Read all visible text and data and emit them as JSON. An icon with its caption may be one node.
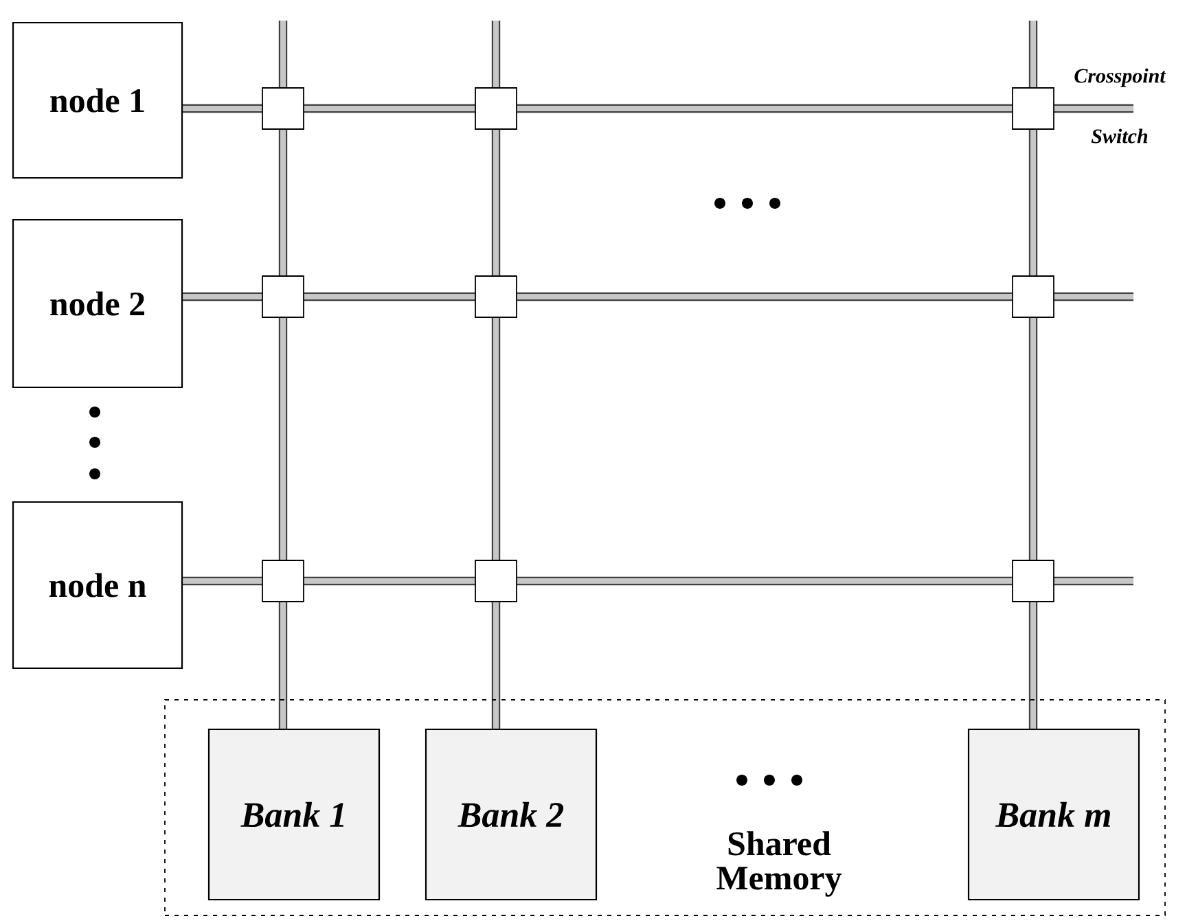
{
  "diagram": {
    "nodes": [
      {
        "text": [
          "node 1"
        ]
      },
      {
        "text": [],
        "shape": "box"
      },
      {
        "text": [],
        "shape": "box"
      },
      {
        "text": [],
        "shape": "box",
        "beside": [
          "Crosspoint Switch"
        ]
      },
      {
        "text": [
          "node 2"
        ]
      },
      {
        "text": [],
        "shape": "box"
      },
      {
        "text": [],
        "shape": "box"
      },
      {
        "text": [],
        "shape": "box"
      },
      {
        "text": [
          "node n"
        ]
      },
      {
        "text": [],
        "shape": "box"
      },
      {
        "text": [],
        "shape": "box"
      },
      {
        "text": [],
        "shape": "box"
      },
      {
        "text": [
          "Shared Memory"
        ]
      },
      {
        "text": [
          "Bank 1"
        ],
        "in": 12
      },
      {
        "text": [
          "Bank 2"
        ],
        "in": 12
      },
      {
        "text": [
          "Bank m"
        ],
        "in": 12
      }
    ],
    "edges": [
      {
        "from": 0,
        "to": 1,
        "arrow": "none"
      },
      {
        "from": 1,
        "to": 2,
        "arrow": "none"
      },
      {
        "from": 2,
        "to": 3,
        "arrow": "none"
      },
      {
        "from": 3,
        "to": null,
        "arrow": "none"
      },
      {
        "from": 4,
        "to": 5,
        "arrow": "none"
      },
      {
        "from": 5,
        "to": 6,
        "arrow": "none"
      },
      {
        "from": 6,
        "to": 7,
        "arrow": "none"
      },
      {
        "from": 7,
        "to": null,
        "arrow": "none"
      },
      {
        "from": 8,
        "to": 9,
        "arrow": "none"
      },
      {
        "from": 9,
        "to": 10,
        "arrow": "none"
      },
      {
        "from": 10,
        "to": 11,
        "arrow": "none"
      },
      {
        "from": 11,
        "to": null,
        "arrow": "none"
      },
      {
        "from": null,
        "to": 1,
        "arrow": "none"
      },
      {
        "from": 1,
        "to": 5,
        "arrow": "none"
      },
      {
        "from": 5,
        "to": 9,
        "arrow": "none"
      },
      {
        "from": 9,
        "to": 13,
        "arrow": "none"
      },
      {
        "from": null,
        "to": 2,
        "arrow": "none"
      },
      {
        "from": 2,
        "to": 6,
        "arrow": "none"
      },
      {
        "from": 6,
        "to": 10,
        "arrow": "none"
      },
      {
        "from": 10,
        "to": 14,
        "arrow": "none"
      },
      {
        "from": null,
        "to": 3,
        "arrow": "none"
      },
      {
        "from": 3,
        "to": 7,
        "arrow": "none"
      },
      {
        "from": 7,
        "to": 11,
        "arrow": "none"
      },
      {
        "from": 11,
        "to": 15,
        "arrow": "none"
      }
    ]
  }
}
